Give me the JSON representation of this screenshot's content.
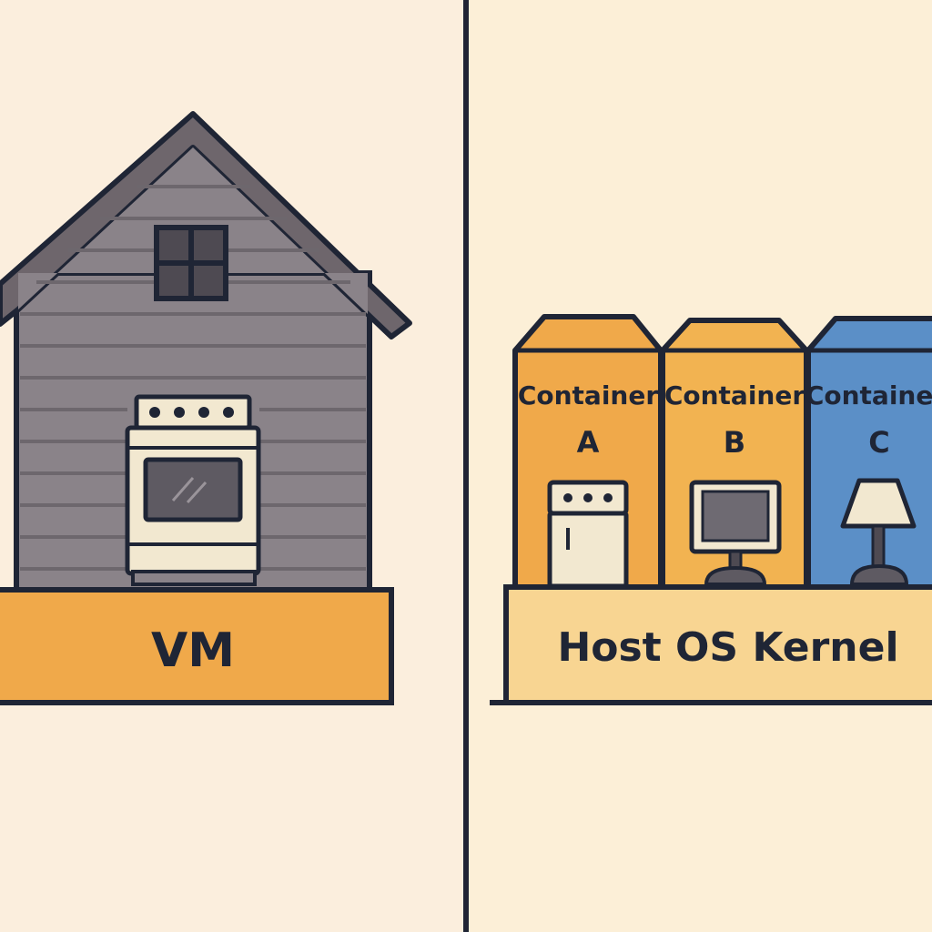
{
  "vm": {
    "label": "VM"
  },
  "containers": [
    {
      "title": "Container",
      "letter": "A",
      "color": "#f0a94a"
    },
    {
      "title": "Container",
      "letter": "B",
      "color": "#f2b351"
    },
    {
      "title": "Container",
      "letter": "C",
      "color": "#5b8fc7"
    }
  ],
  "host": {
    "label": "Host OS Kernel"
  },
  "colors": {
    "left_background": "#fbeedd",
    "right_background": "#fcefd7",
    "outline": "#1f2535",
    "house_wall": "#8a8389",
    "house_roof": "#6e666c",
    "vm_bar": "#f0a94a",
    "host_bar": "#f8d592",
    "appliance": "#f2e8d0"
  },
  "icons": {
    "vm_interior": "stove-icon",
    "container_a": "fridge-stove-icon",
    "container_b": "monitor-icon",
    "container_c": "lamp-icon"
  }
}
